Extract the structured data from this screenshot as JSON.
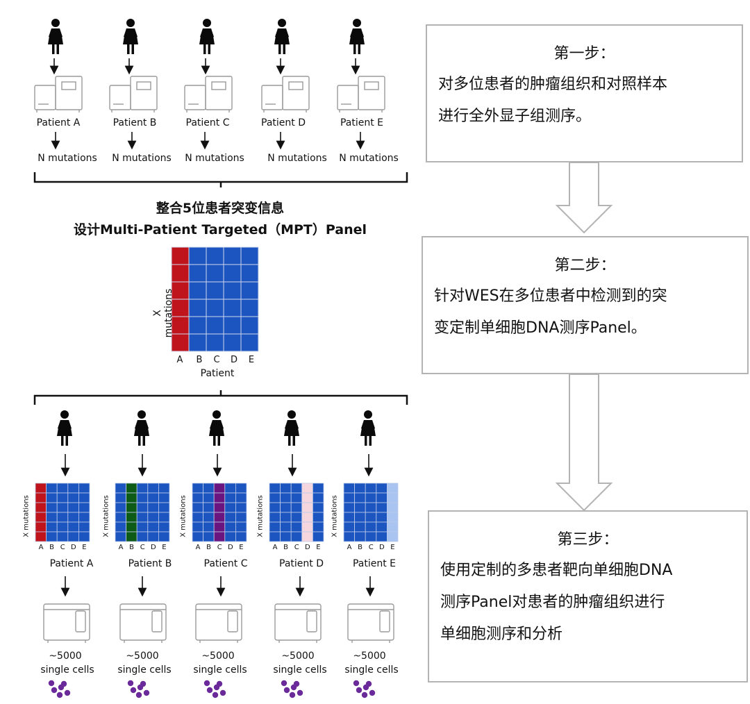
{
  "patients": [
    {
      "name": "Patient A",
      "mutations": "N mutations",
      "cells": "~5000",
      "cells_sub": "single cells"
    },
    {
      "name": "Patient B",
      "mutations": "N mutations",
      "cells": "~5000",
      "cells_sub": "single cells"
    },
    {
      "name": "Patient C",
      "mutations": "N mutations",
      "cells": "~5000",
      "cells_sub": "single cells"
    },
    {
      "name": "Patient D",
      "mutations": "N mutations",
      "cells": "~5000",
      "cells_sub": "single cells"
    },
    {
      "name": "Patient E",
      "mutations": "N mutations",
      "cells": "~5000",
      "cells_sub": "single cells"
    }
  ],
  "heading": {
    "line1": "整合5位患者突变信息",
    "line2": "设计Multi-Patient Targeted（MPT）Panel"
  },
  "matrix": {
    "ylabel": "X mutations",
    "xlabel": "Patient",
    "columns": [
      "A",
      "B",
      "C",
      "D",
      "E"
    ],
    "highlight_colors": {
      "A": "#c0141c",
      "B": "#0e5a17",
      "C": "#6a1580",
      "D": "#f5d6df",
      "E": "#a9c4f0"
    },
    "base_color": "#1d55c0"
  },
  "steps": [
    {
      "title": "第一步：",
      "lines": [
        "对多位患者的肿瘤组织和对照样本",
        "进行全外显子组测序。"
      ]
    },
    {
      "title": "第二步：",
      "lines": [
        "针对WES在多位患者中检测到的突",
        "变定制单细胞DNA测序Panel。"
      ]
    },
    {
      "title": "第三步：",
      "lines": [
        "使用定制的多患者靶向单细胞DNA",
        "测序Panel对患者的肿瘤组织进行",
        "单细胞测序和分析"
      ]
    }
  ],
  "colors": {
    "cell_dots": "#6b2a9a",
    "box_border": "#b3b3b3"
  }
}
